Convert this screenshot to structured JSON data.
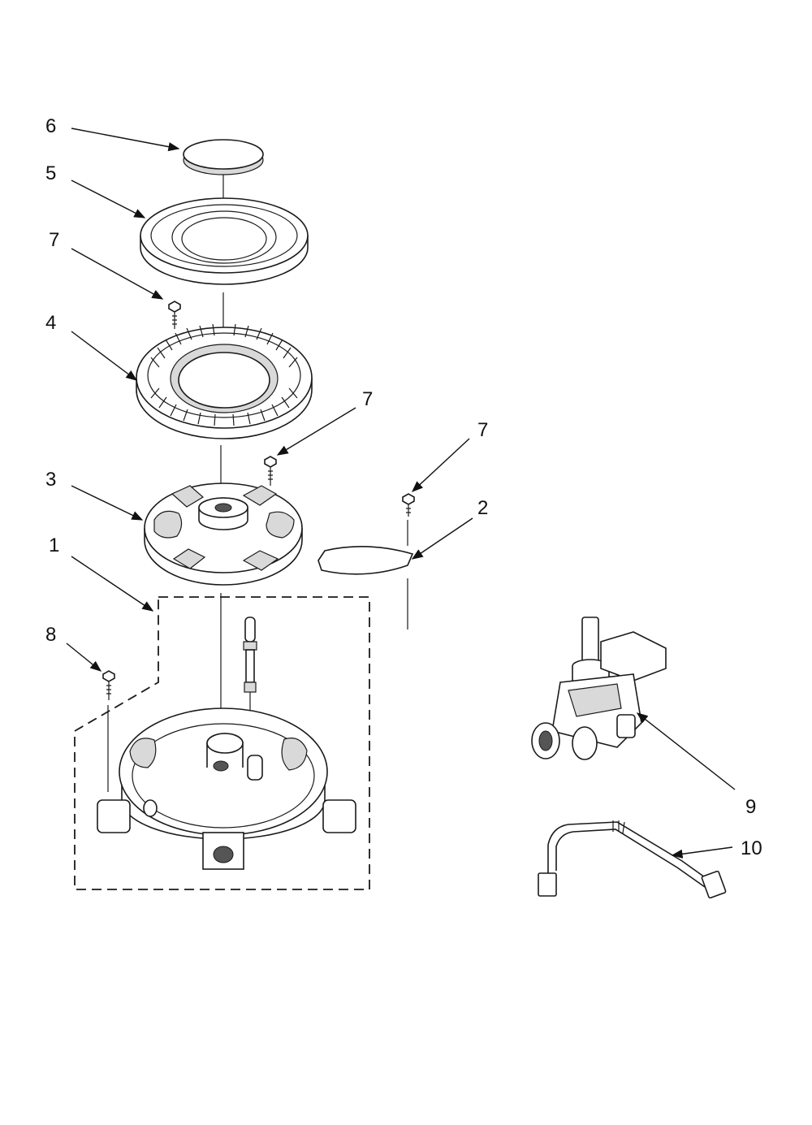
{
  "callouts": {
    "c1": "1",
    "c2": "2",
    "c3": "3",
    "c4": "4",
    "c5": "5",
    "c6": "6",
    "c7a": "7",
    "c7b": "7",
    "c7c": "7",
    "c8": "8",
    "c9": "9",
    "c10": "10"
  }
}
